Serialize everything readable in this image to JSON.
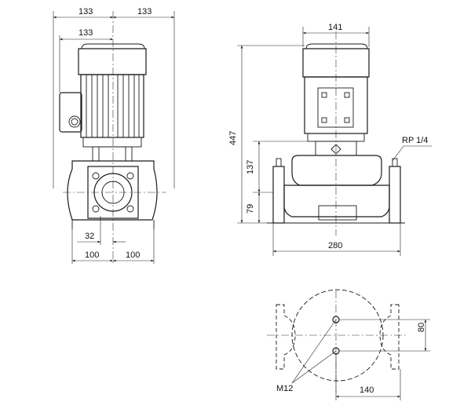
{
  "front_view": {
    "dim_top_left": "133",
    "dim_top_right": "133",
    "dim_top_inner": "133",
    "dim_flange": "32",
    "dim_bottom_left": "100",
    "dim_bottom_right": "100"
  },
  "side_view": {
    "dim_motor_width": "141",
    "dim_total_height": "447",
    "dim_mid_height": "137",
    "dim_base_height": "79",
    "dim_length": "280",
    "port_label": "RP 1/4"
  },
  "bottom_view": {
    "dim_hole_spacing": "80",
    "dim_hole_offset": "140",
    "thread_label": "M12"
  }
}
